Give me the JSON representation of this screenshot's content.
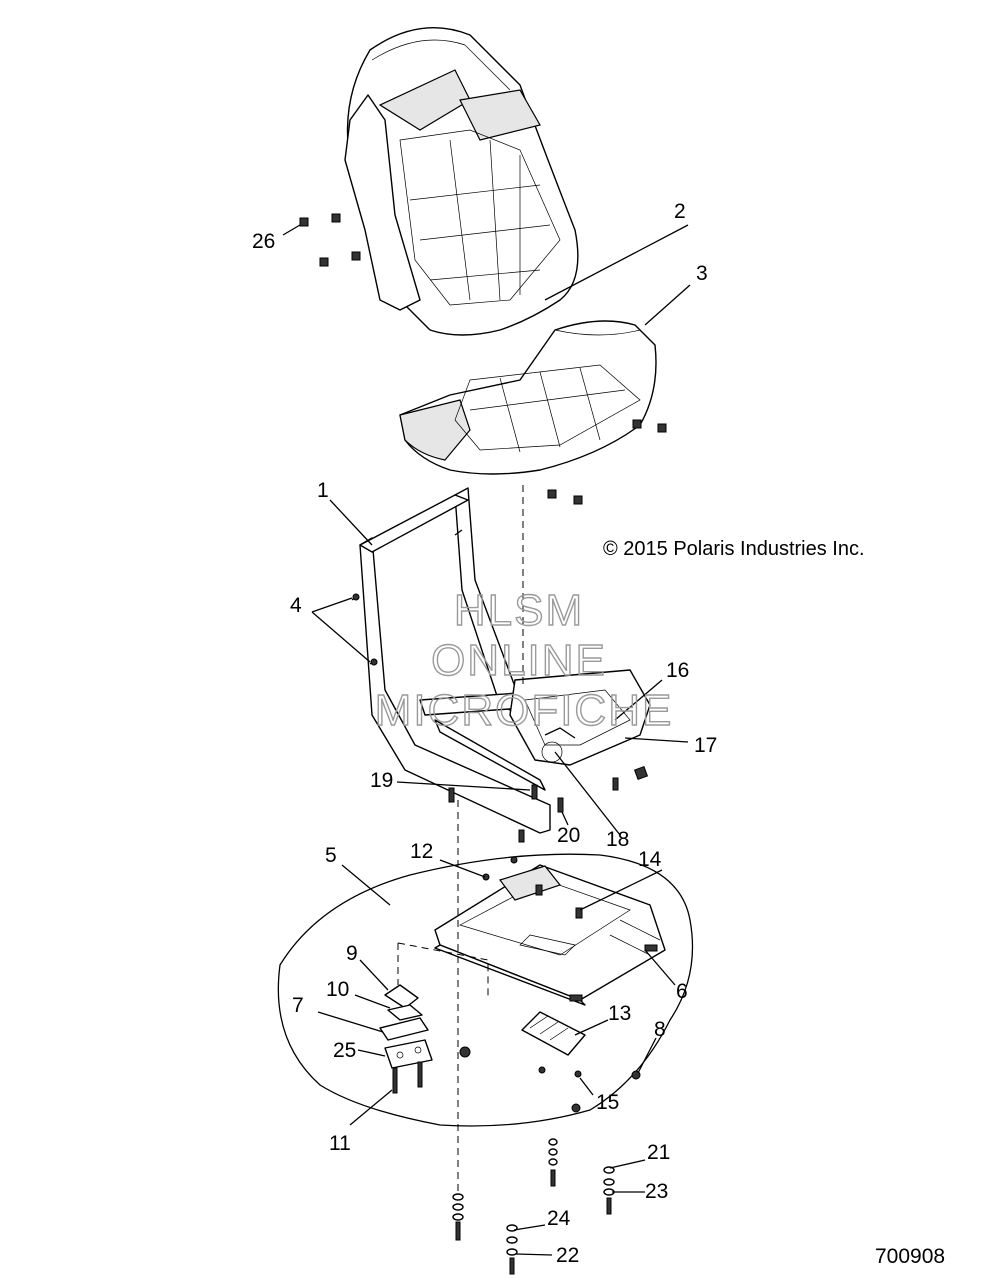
{
  "copyright": "© 2015 Polaris Industries Inc.",
  "part_number": "700908",
  "watermark": [
    "HLSM",
    "ONLINE",
    "MICROFICHE"
  ],
  "callouts": [
    "1",
    "2",
    "3",
    "4",
    "5",
    "6",
    "7",
    "8",
    "9",
    "10",
    "11",
    "12",
    "13",
    "14",
    "15",
    "16",
    "17",
    "18",
    "19",
    "20",
    "21",
    "22",
    "23",
    "24",
    "25",
    "26"
  ]
}
